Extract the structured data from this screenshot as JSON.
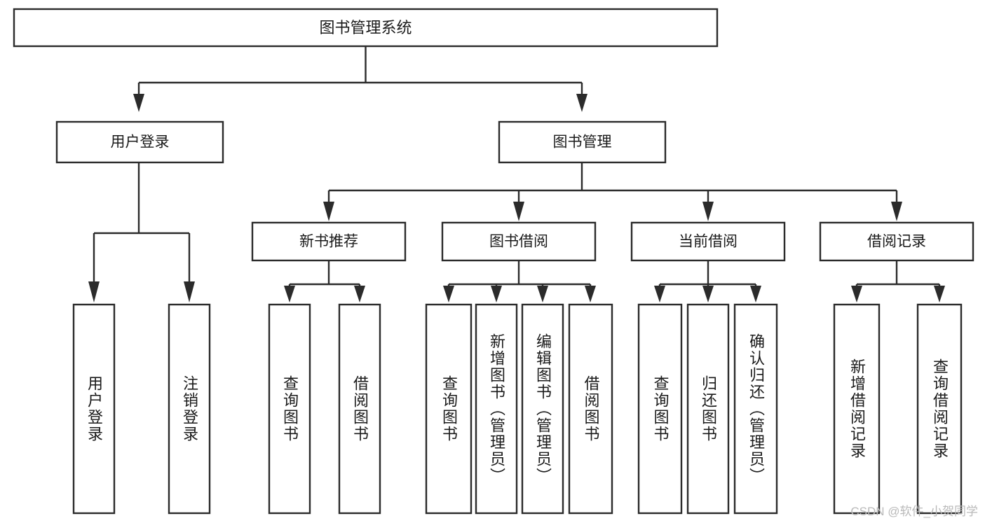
{
  "diagram": {
    "type": "tree",
    "title": "图书管理系统",
    "watermark": "CSDN @软件_小贺同学",
    "root": {
      "id": "root",
      "label": "图书管理系统",
      "orientation": "horizontal"
    },
    "level1": [
      {
        "id": "user-login",
        "label": "用户登录",
        "orientation": "horizontal"
      },
      {
        "id": "book-manage",
        "label": "图书管理",
        "orientation": "horizontal"
      }
    ],
    "level2": [
      {
        "id": "new-book-recommend",
        "label": "新书推荐",
        "parent": "book-manage",
        "orientation": "horizontal"
      },
      {
        "id": "book-borrow",
        "label": "图书借阅",
        "parent": "book-manage",
        "orientation": "horizontal"
      },
      {
        "id": "current-borrow",
        "label": "当前借阅",
        "parent": "book-manage",
        "orientation": "horizontal"
      },
      {
        "id": "borrow-record",
        "label": "借阅记录",
        "parent": "book-manage",
        "orientation": "horizontal"
      }
    ],
    "leaves": [
      {
        "id": "leaf-user-login",
        "label": "用户登录",
        "parent": "user-login",
        "orientation": "vertical"
      },
      {
        "id": "leaf-logout",
        "label": "注销登录",
        "parent": "user-login",
        "orientation": "vertical"
      },
      {
        "id": "leaf-query-book-1",
        "label": "查询图书",
        "parent": "new-book-recommend",
        "orientation": "vertical"
      },
      {
        "id": "leaf-borrow-book-1",
        "label": "借阅图书",
        "parent": "new-book-recommend",
        "orientation": "vertical"
      },
      {
        "id": "leaf-query-book-2",
        "label": "查询图书",
        "parent": "book-borrow",
        "orientation": "vertical"
      },
      {
        "id": "leaf-add-book",
        "label": "新增图书（管理员）",
        "parent": "book-borrow",
        "orientation": "vertical"
      },
      {
        "id": "leaf-edit-book",
        "label": "编辑图书（管理员）",
        "parent": "book-borrow",
        "orientation": "vertical"
      },
      {
        "id": "leaf-borrow-book-2",
        "label": "借阅图书",
        "parent": "book-borrow",
        "orientation": "vertical"
      },
      {
        "id": "leaf-query-book-3",
        "label": "查询图书",
        "parent": "current-borrow",
        "orientation": "vertical"
      },
      {
        "id": "leaf-return-book",
        "label": "归还图书",
        "parent": "current-borrow",
        "orientation": "vertical"
      },
      {
        "id": "leaf-confirm-return",
        "label": "确认归还（管理员）",
        "parent": "current-borrow",
        "orientation": "vertical"
      },
      {
        "id": "leaf-add-record",
        "label": "新增借阅记录",
        "parent": "borrow-record",
        "orientation": "vertical"
      },
      {
        "id": "leaf-query-record",
        "label": "查询借阅记录",
        "parent": "borrow-record",
        "orientation": "vertical"
      }
    ],
    "colors": {
      "stroke": "#2b2b2b",
      "fill": "#ffffff",
      "text": "#1a1a1a",
      "watermark": "#b9b9b9"
    }
  }
}
